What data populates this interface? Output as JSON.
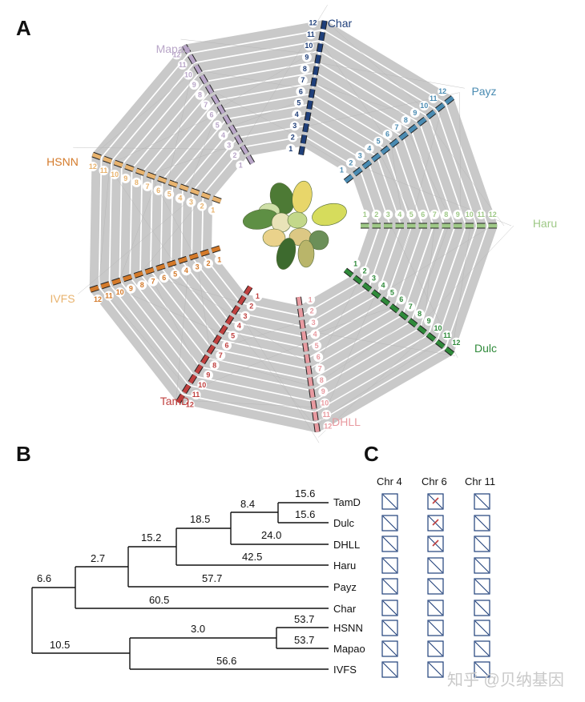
{
  "panels": {
    "a": "A",
    "b": "B",
    "c": "C"
  },
  "accessions": [
    {
      "name": "Char",
      "color": "#1f3f7a"
    },
    {
      "name": "Payz",
      "color": "#4a8bb2"
    },
    {
      "name": "Haru",
      "color": "#9fc987"
    },
    {
      "name": "Dulc",
      "color": "#2f8a3a"
    },
    {
      "name": "DHLL",
      "color": "#e89aa0"
    },
    {
      "name": "TamD",
      "color": "#c0403f"
    },
    {
      "name": "IVFS",
      "color": "#e8b36e"
    },
    {
      "name": "HSNN",
      "color": "#d47a2a"
    },
    {
      "name": "Mapao",
      "color": "#b9a6c8"
    }
  ],
  "chromosome_numbers": [
    "1",
    "2",
    "3",
    "4",
    "5",
    "6",
    "7",
    "8",
    "9",
    "10",
    "11",
    "12"
  ],
  "tree": {
    "leaves": [
      "TamD",
      "Dulc",
      "DHLL",
      "Haru",
      "Payz",
      "Char",
      "HSNN",
      "Mapao",
      "IVFS"
    ],
    "branch_labels": [
      "15.6",
      "15.6",
      "8.4",
      "24.0",
      "18.5",
      "42.5",
      "15.2",
      "57.7",
      "2.7",
      "60.5",
      "6.6",
      "53.7",
      "53.7",
      "3.0",
      "56.6",
      "10.5"
    ]
  },
  "dotplots": {
    "columns": [
      "Chr 4",
      "Chr 6",
      "Chr 11"
    ]
  },
  "watermark": "知乎 @贝纳基因"
}
